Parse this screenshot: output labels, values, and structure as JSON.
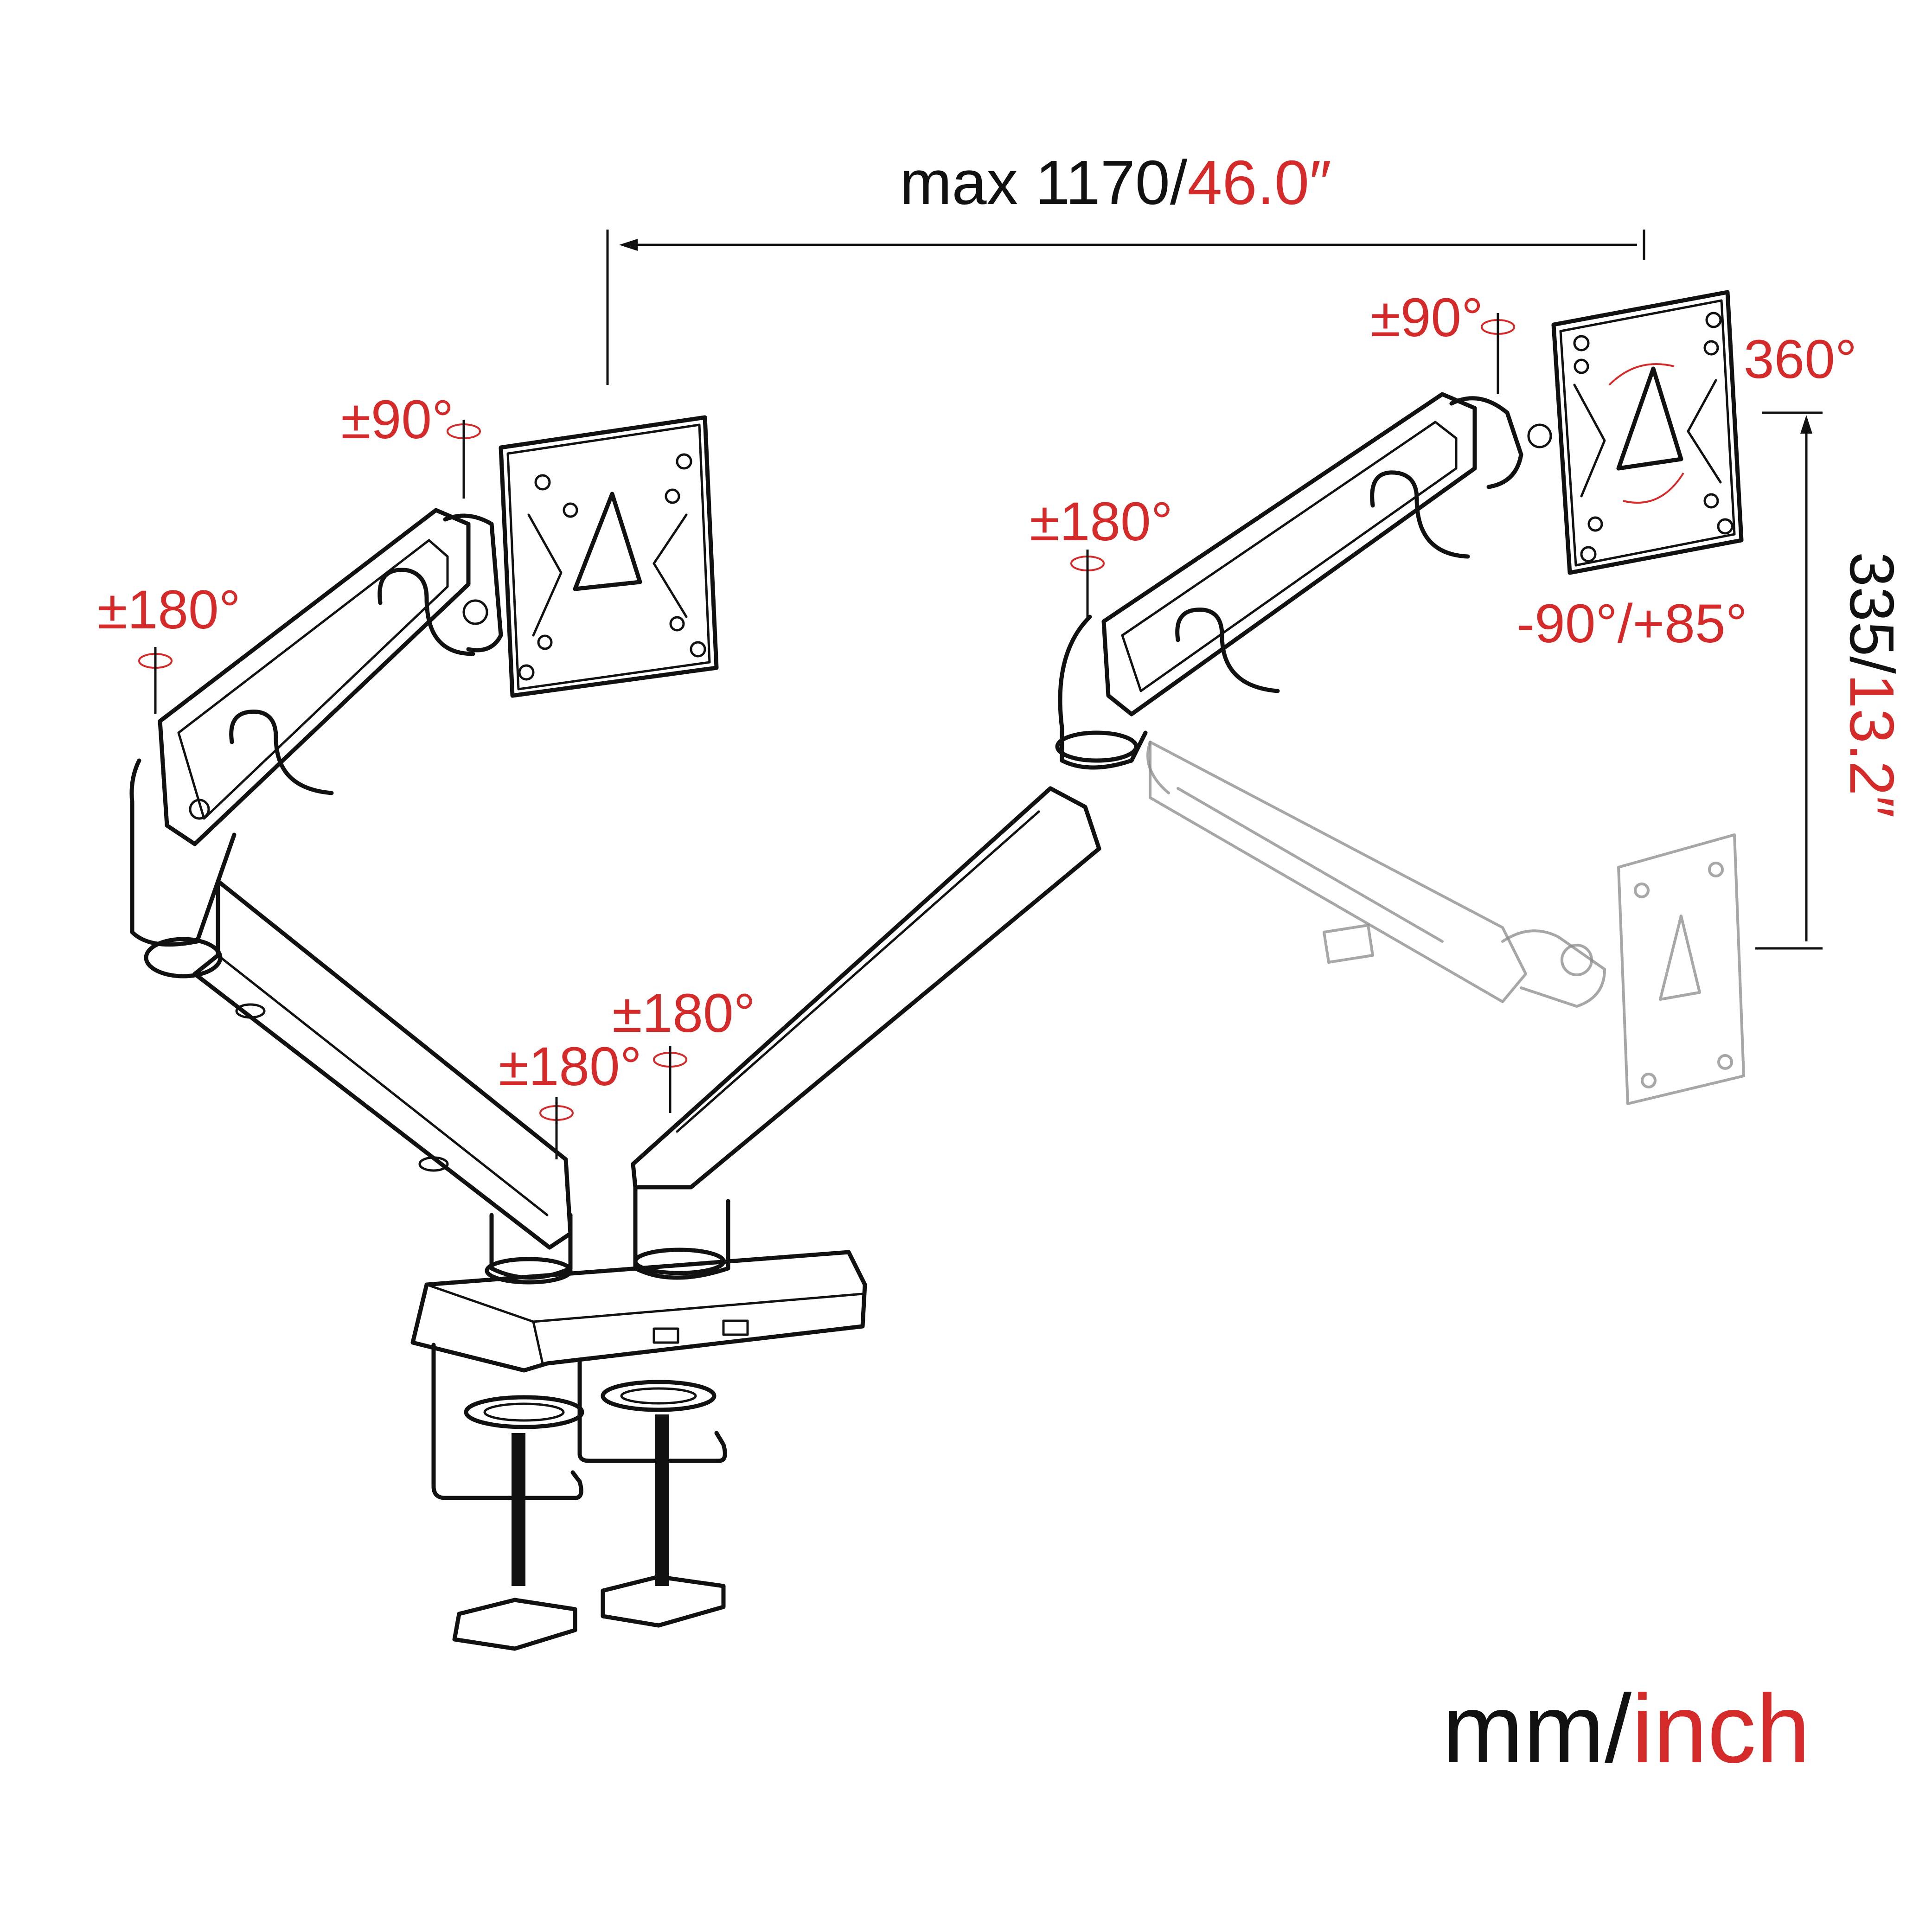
{
  "dimensions": {
    "width": {
      "mm": "max 1170/",
      "inch": "46.0″"
    },
    "height": {
      "mm": "335/",
      "inch": "13.2″"
    }
  },
  "rotation_labels": {
    "left_tilt": "±90°",
    "left_arm_swivel": "±180°",
    "left_base_swivel": "±180°",
    "right_base_swivel": "±180°",
    "right_arm_swivel": "±180°",
    "right_tilt": "±90°",
    "right_rotate": "360°",
    "right_tilt_range": "-90°/+85°"
  },
  "units": {
    "mm": "mm/",
    "inch": "inch"
  },
  "colors": {
    "accent": "#d42a2a",
    "ink": "#111111"
  }
}
